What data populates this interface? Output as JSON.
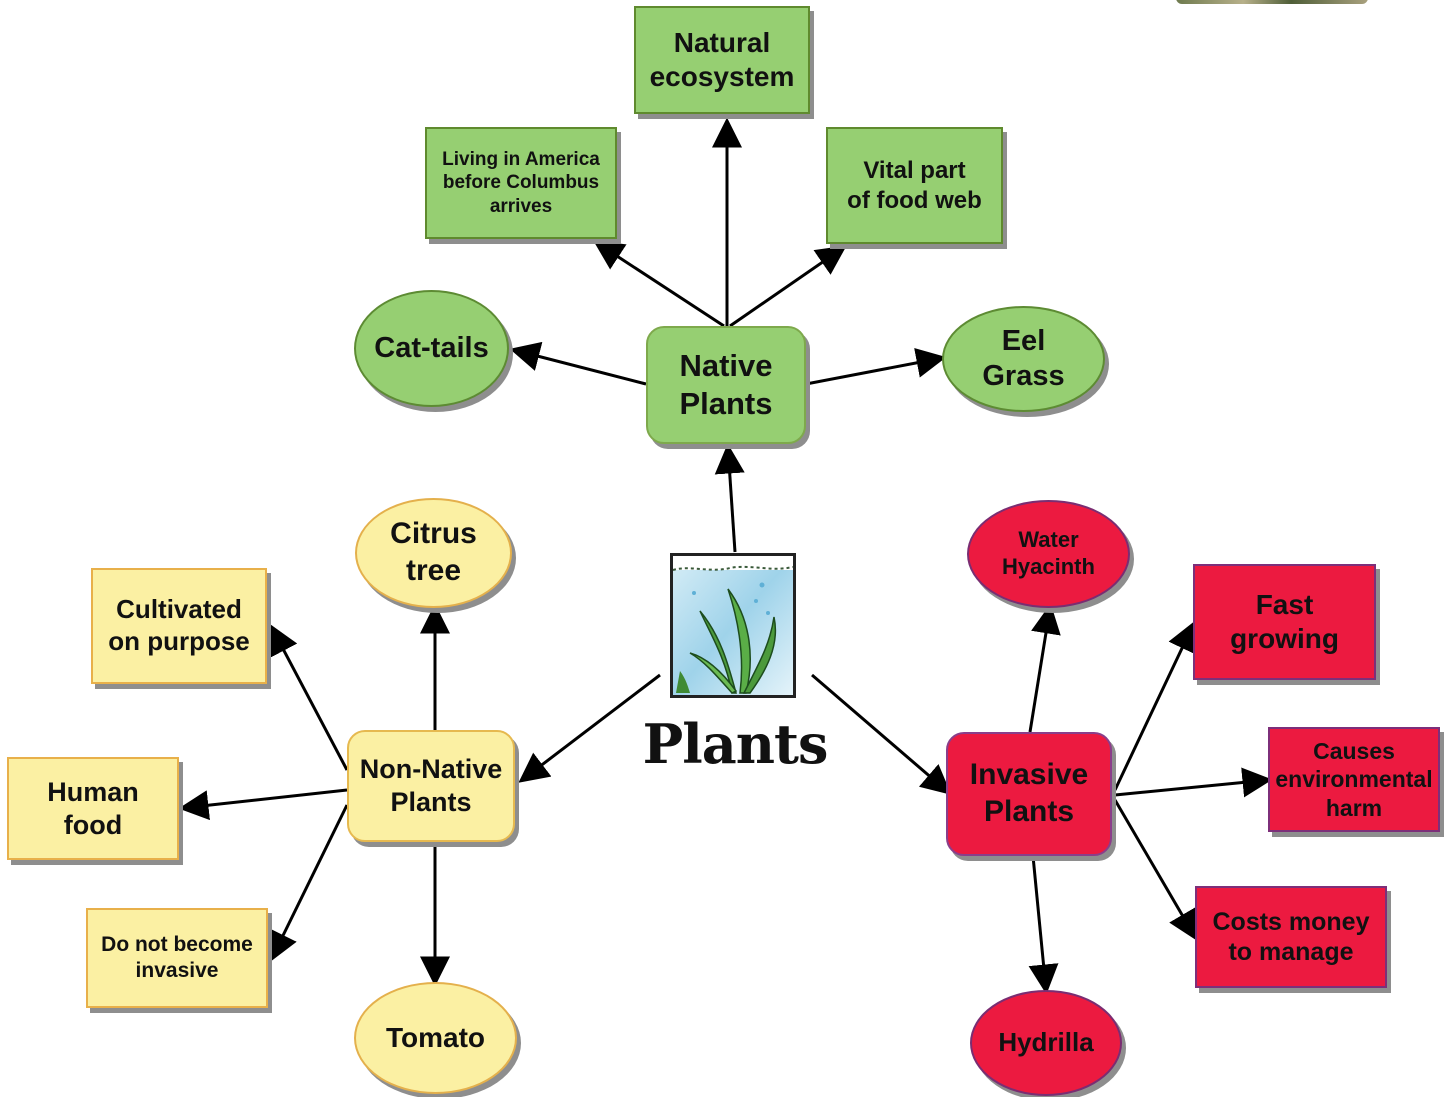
{
  "center": {
    "label": "Plants",
    "icon": "aquarium-plant-icon"
  },
  "colors": {
    "native": "#96cf72",
    "non_native": "#fbf0a3",
    "invasive": "#ec1a40",
    "arrow": "#000000"
  },
  "nodes": {
    "native_plants": "Native\nPlants",
    "natural_ecosystem": "Natural\necosystem",
    "living_in_america": "Living in America\nbefore Columbus\narrives",
    "vital_part": "Vital part\nof food web",
    "cat_tails": "Cat-tails",
    "eel_grass": "Eel\nGrass",
    "non_native_plants": "Non-Native\nPlants",
    "citrus_tree": "Citrus\ntree",
    "cultivated": "Cultivated\non purpose",
    "human_food": "Human\nfood",
    "do_not_become": "Do not become\ninvasive",
    "tomato": "Tomato",
    "invasive_plants": "Invasive\nPlants",
    "water_hyacinth": "Water\nHyacinth",
    "fast_growing": "Fast\ngrowing",
    "causes_harm": "Causes\nenvironmental\nharm",
    "costs_money": "Costs money\nto manage",
    "hydrilla": "Hydrilla"
  }
}
